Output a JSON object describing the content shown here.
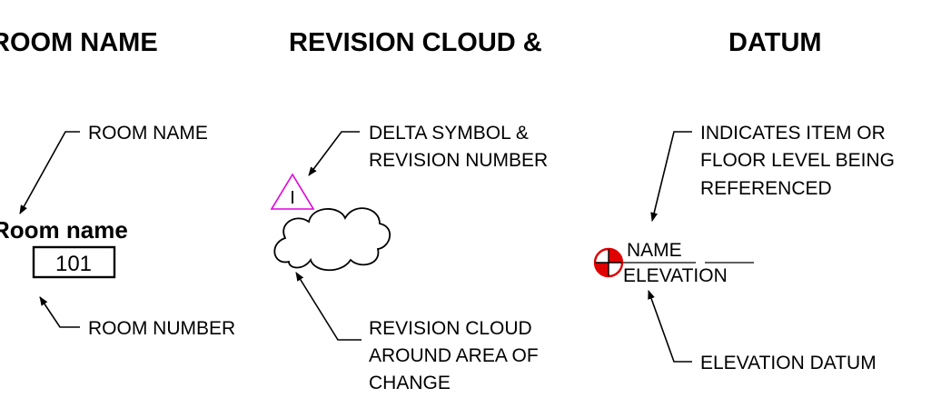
{
  "headings": {
    "room_name": "ROOM NAME",
    "revision_cloud": "REVISION CLOUD &",
    "datum": "DATUM"
  },
  "room_section": {
    "callout_room_name": "ROOM NAME",
    "room_name_text": "Room name",
    "room_number_text": "101",
    "callout_room_number": "ROOM NUMBER"
  },
  "revision_section": {
    "callout_delta": [
      "DELTA SYMBOL &",
      "REVISION NUMBER"
    ],
    "delta_number": "I",
    "delta_color": "#e000e0",
    "callout_cloud": [
      "REVISION CLOUD",
      "AROUND AREA OF",
      "CHANGE"
    ]
  },
  "datum_section": {
    "callout_item": [
      "INDICATES ITEM OR",
      "FLOOR LEVEL BEING",
      "REFERENCED"
    ],
    "name_text": "NAME",
    "elevation_text": "ELEVATION",
    "callout_elevation": "ELEVATION DATUM",
    "marker_color": "#e00000"
  }
}
